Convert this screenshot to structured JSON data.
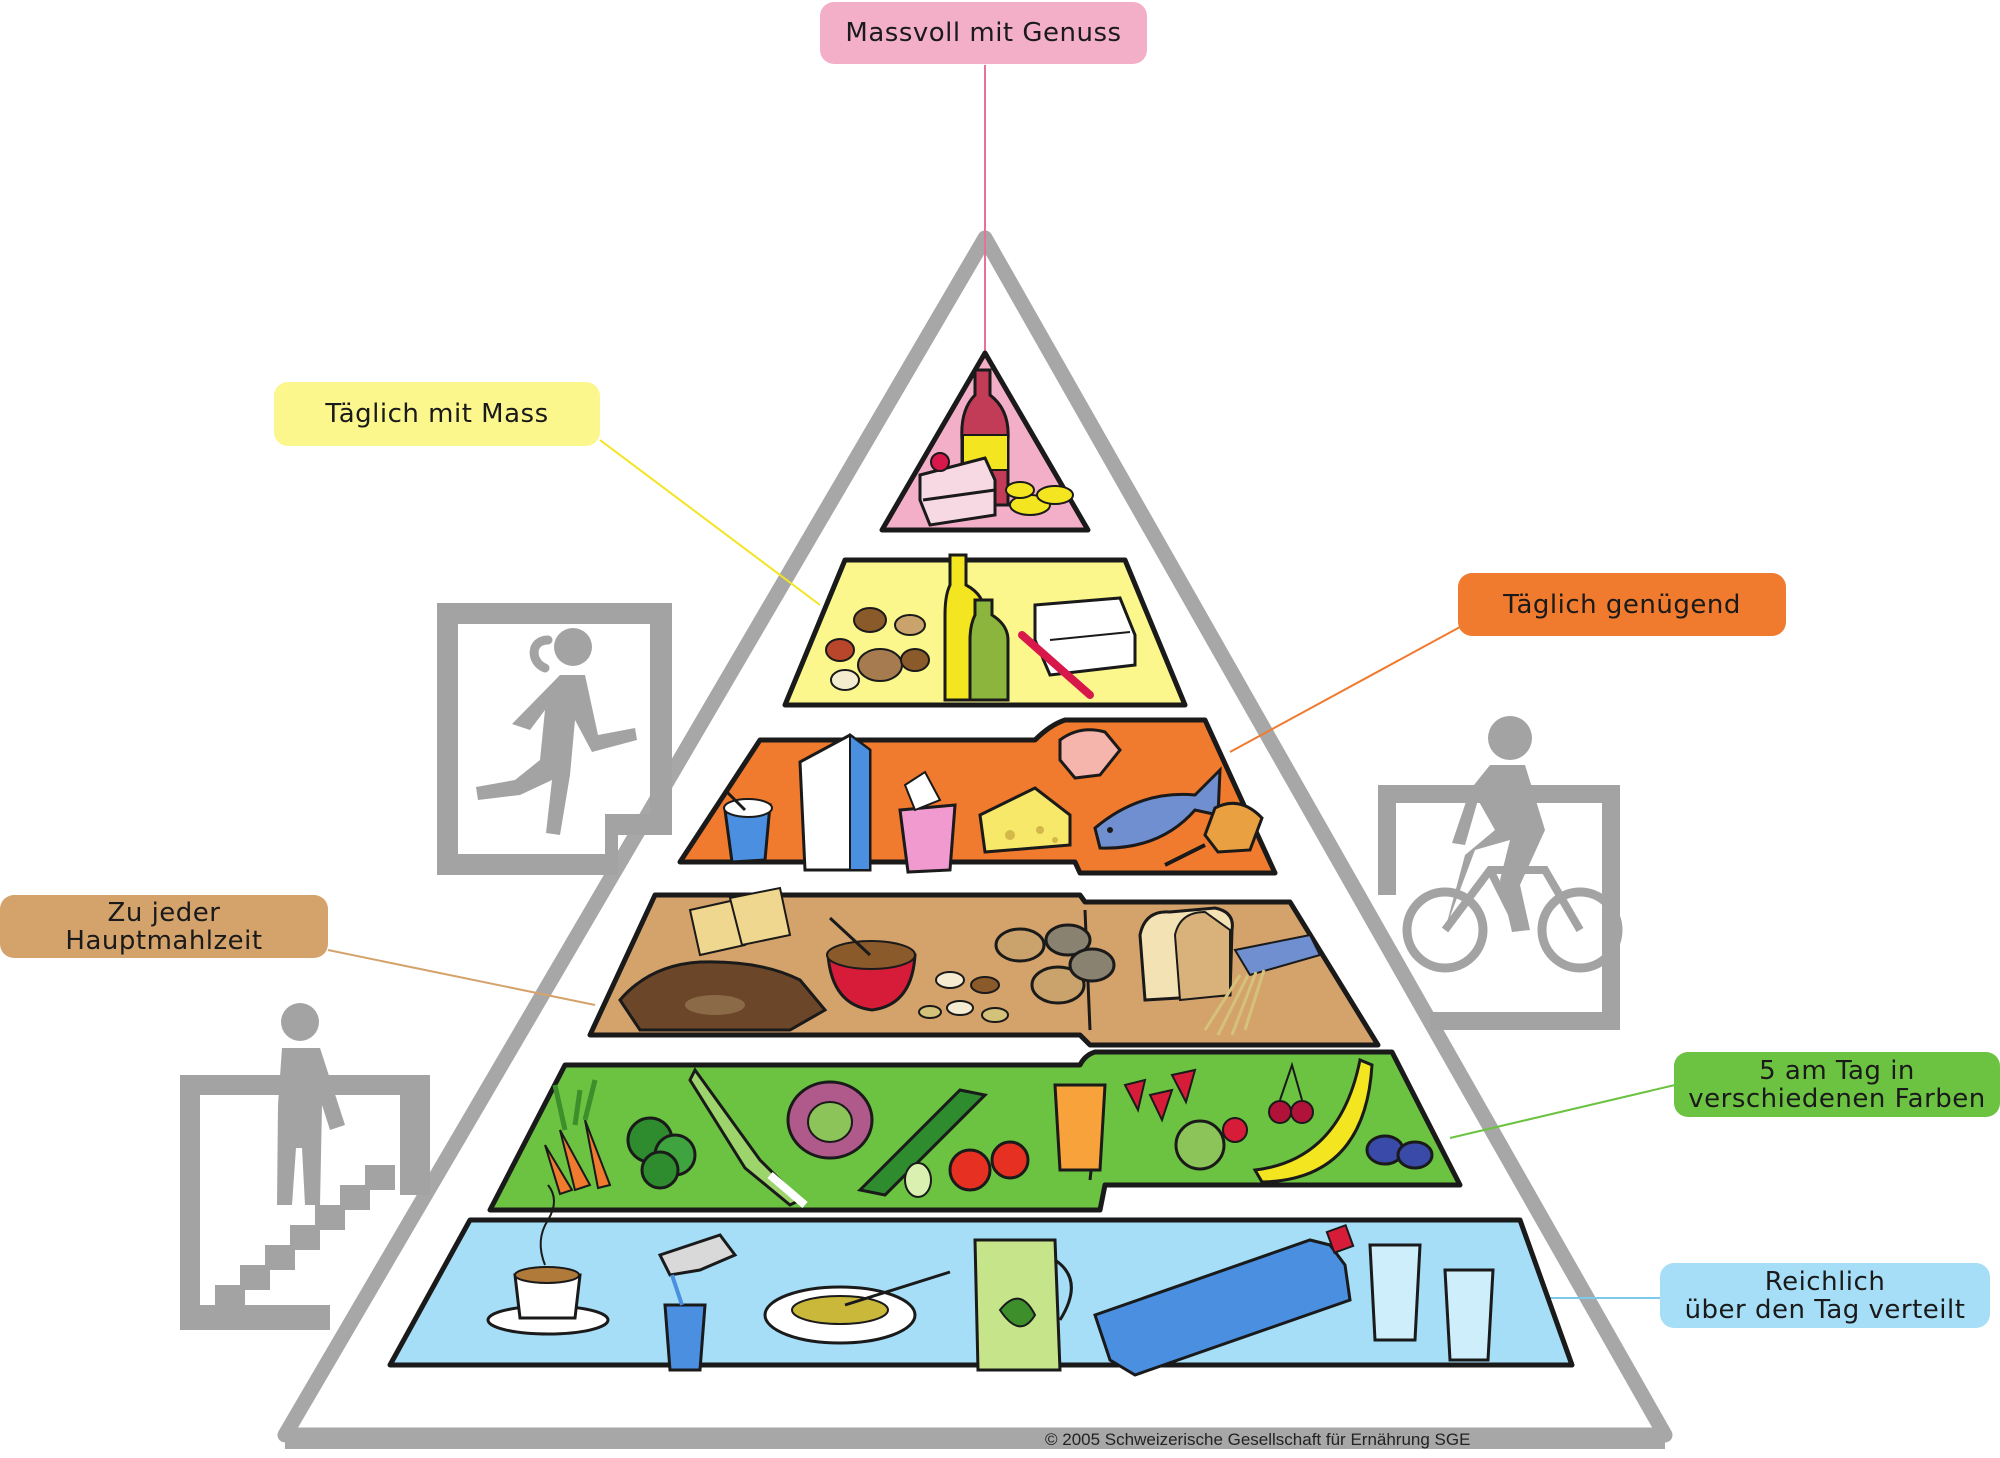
{
  "labels": {
    "massvoll": "Massvoll mit Genuss",
    "taeglich_mass": "Täglich mit Mass",
    "taeglich_genuegend": "Täglich genügend",
    "hauptmahlzeit_line1": "Zu jeder",
    "hauptmahlzeit_line2": "Hauptmahlzeit",
    "fuenf_line1": "5 am Tag in",
    "fuenf_line2": "verschiedenen Farben",
    "reichlich_line1": "Reichlich",
    "reichlich_line2": "über den Tag verteilt"
  },
  "copyright": "© 2005 Schweizerische Gesellschaft für Ernährung SGE",
  "colors": {
    "pink": "#f4afc8",
    "yellow": "#fbf78c",
    "orange": "#f07a2e",
    "tan": "#d4a36c",
    "green": "#6cc241",
    "blue": "#a5def6",
    "frame": "#a7a7a7",
    "pictogram": "#a3a3a3"
  },
  "icons": [
    "running-person-icon",
    "cyclist-icon",
    "stairs-walker-icon",
    "lemonade-bottle-icon",
    "cake-icon",
    "oil-bottle-icon",
    "butter-dish-icon",
    "milk-carton-icon",
    "cheese-icon",
    "fish-icon",
    "bread-icon",
    "potato-icon",
    "broccoli-icon",
    "carrot-icon",
    "banana-icon",
    "water-bottle-icon",
    "coffee-cup-icon",
    "tap-icon"
  ]
}
